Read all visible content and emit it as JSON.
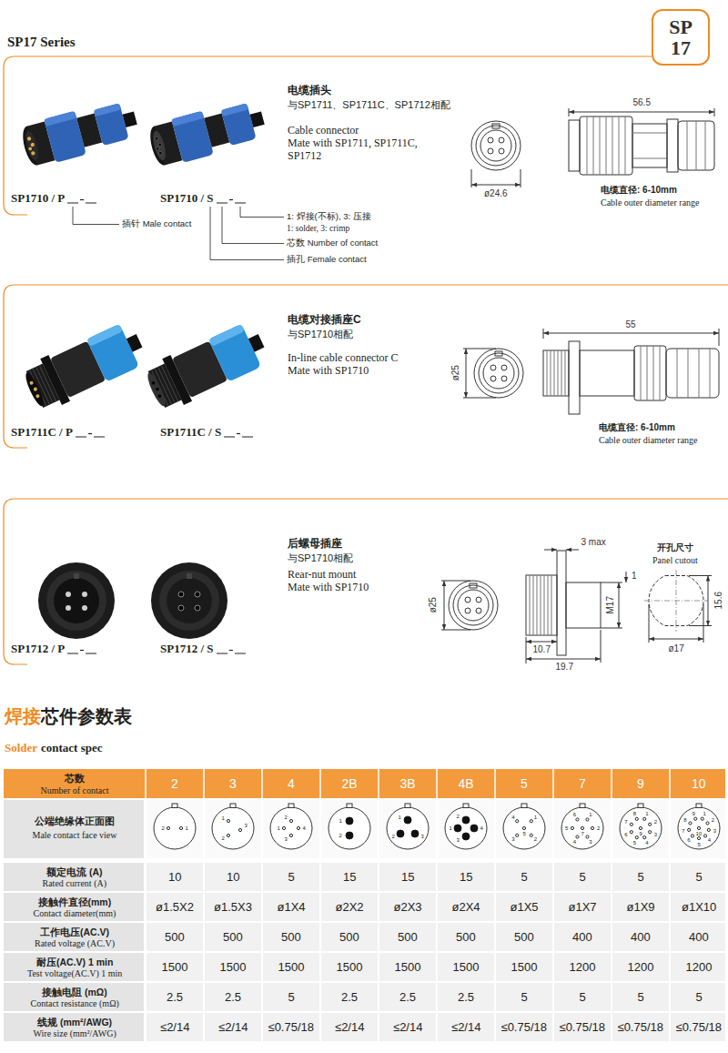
{
  "diagram": {
    "title": "SP17 Series",
    "nodes": [
      {
        "text": [
          "SP",
          "17"
        ]
      }
    ],
    "labels": [
      "电缆插头",
      "与SP1711、SP1711C、SP1712相配",
      "Cable connector",
      "Mate with SP1711, SP1711C, SP1712",
      "ø24.6",
      "56.5",
      "电缆直径: 6-10mm",
      "Cable outer diameter range",
      "SP1710 / P",
      "SP1710 / S",
      "插针 Male contact",
      "1: 焊接(不标), 3: 压接",
      "1: solder, 3: crimp",
      "芯数 Number of contact",
      "插孔 Female contact",
      "电缆对接插座C",
      "与SP1710相配",
      "In-line cable connector C",
      "Mate with SP1710",
      "ø25",
      "55",
      "电缆直径: 6-10mm",
      "Cable outer diameter range",
      "SP1711C / P",
      "SP1711C / S",
      "后螺母插座",
      "与SP1710相配",
      "Rear-nut mount",
      "Mate with SP1710",
      "ø25",
      "3 max",
      "M17",
      "1",
      "10.7",
      "19.7",
      "开孔尺寸",
      "Panel cutout",
      "15.6",
      "ø17",
      "SP1712 / P",
      "SP1712 / S",
      "焊接",
      "芯件参数表",
      "Solder",
      "contact spec",
      "芯数",
      "Number of contact",
      "2",
      "3",
      "4",
      "2B",
      "3B",
      "4B",
      "5",
      "7",
      "9",
      "10",
      "公端绝缘体正面图",
      "Male contact face view",
      "1",
      "2",
      "1",
      "2",
      "3",
      "1",
      "2",
      "3",
      "4",
      "1",
      "2",
      "1",
      "2",
      "3",
      "1",
      "2",
      "3",
      "4",
      "1",
      "2",
      "3",
      "4",
      "5",
      "1",
      "2",
      "3",
      "4",
      "5",
      "6",
      "7",
      "1",
      "2",
      "3",
      "4",
      "5",
      "6",
      "7",
      "8",
      "9",
      "1",
      "2",
      "3",
      "4",
      "5",
      "6",
      "7",
      "8",
      "9",
      "10",
      "额定电流 (A)",
      "Rated current (A)",
      "10",
      "10",
      "5",
      "15",
      "15",
      "15",
      "5",
      "5",
      "5",
      "5",
      "接触件直径(mm)",
      "Contact diameter(mm)",
      "ø1.5X2",
      "ø1.5X3",
      "ø1X4",
      "ø2X2",
      "ø2X3",
      "ø2X4",
      "ø1X5",
      "ø1X7",
      "ø1X9",
      "ø1X10",
      "工作电压(AC.V)",
      "Rated voltage (AC.V)",
      "500",
      "500",
      "500",
      "500",
      "500",
      "500",
      "500",
      "400",
      "400",
      "400",
      "耐压(AC.V) 1 min",
      "Test voltage(AC.V) 1 min",
      "1500",
      "1500",
      "1500",
      "1500",
      "1500",
      "1500",
      "1500",
      "1200",
      "1200",
      "1200",
      "接触电阻 (mΩ)",
      "Contact resistance (mΩ)",
      "2.5",
      "2.5",
      "5",
      "2.5",
      "2.5",
      "2.5",
      "5",
      "5",
      "5",
      "5",
      "线规 (mm²/AWG)",
      "Wire size (mm²/AWG)",
      "≤2/14",
      "≤2/14",
      "≤0.75/18",
      "≤2/14",
      "≤2/14",
      "≤2/14",
      "≤0.75/18",
      "≤0.75/18",
      "≤0.75/18",
      "≤0.75/18"
    ]
  }
}
